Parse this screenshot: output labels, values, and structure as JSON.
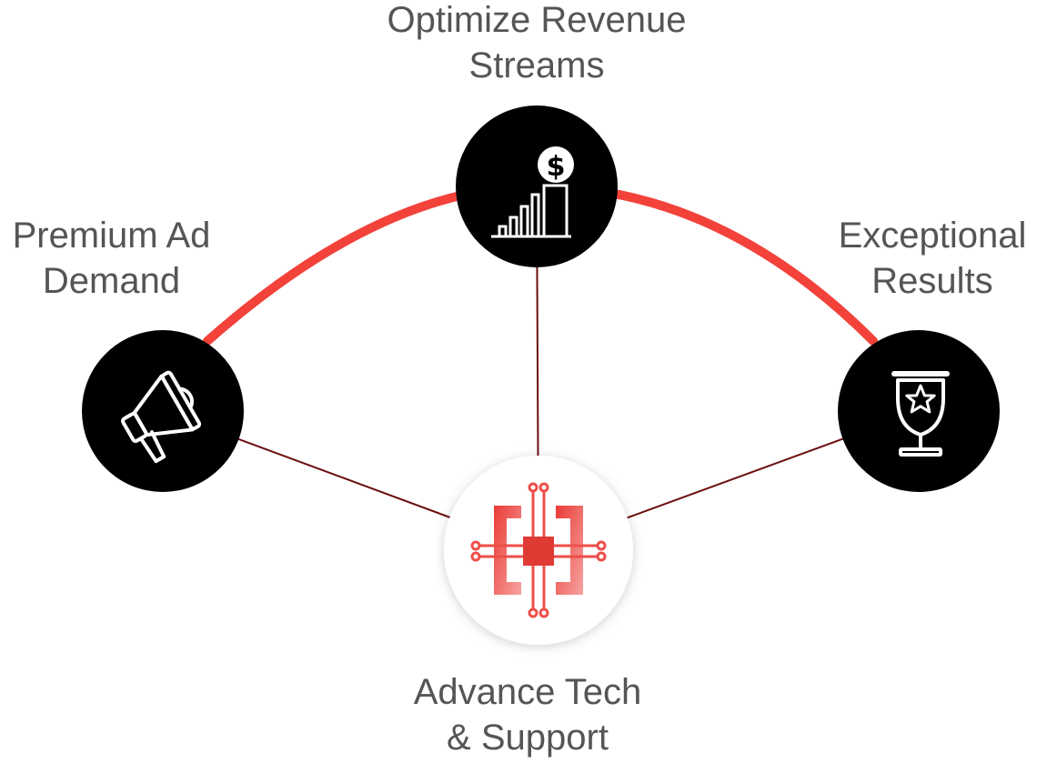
{
  "nodes": {
    "premium": {
      "lines": [
        "Premium Ad",
        "Demand"
      ],
      "icon": "megaphone-icon"
    },
    "optimize": {
      "lines": [
        "Optimize Revenue",
        "Streams"
      ],
      "icon": "revenue-growth-icon"
    },
    "exceptional": {
      "lines": [
        "Exceptional",
        "Results"
      ],
      "icon": "trophy-icon"
    },
    "advance": {
      "lines": [
        "Advance Tech",
        "& Support"
      ],
      "icon": "circuit-chip-icon"
    }
  },
  "colors": {
    "arc": "#f2423a",
    "connector": "#6b0e10",
    "node_fill": "#000000",
    "center_fill": "#ffffff",
    "text": "#555555",
    "chip": "#ee4f4a"
  }
}
